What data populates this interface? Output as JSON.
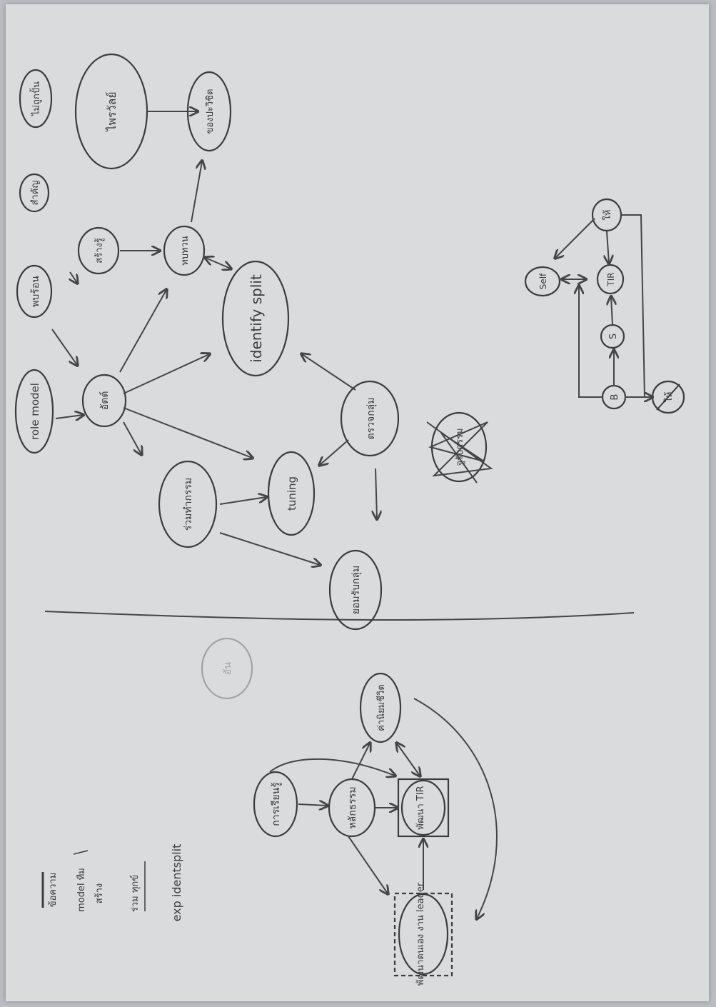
{
  "diagram": {
    "top_graph": {
      "nodes": {
        "role_model": "role model",
        "pb_on": "พบร้อน",
        "sam_kit": "สำคัญ",
        "nakplaen": "ไม่ถูกปั้น",
        "aphan": "อัตต์",
        "sang_ru": "สร้างรู้",
        "khru_wat": "ทบทวน",
        "phrasak": "ไพรวัลย์",
        "khong_prasam": "ของปะวิชิต",
        "identify_split": "identify split",
        "ruam_tham": "ร่วมทำกรรม",
        "tuning": "tuning",
        "truad_klum": "ตรวจกลุ่ม",
        "scribble_note": "จูรับกรรม",
        "yomrap_klum": "ยอมรับกลุ่ม"
      }
    },
    "cycle_graph": {
      "nodes": {
        "self": "Self",
        "b": "B",
        "s": "S",
        "tir": "TIR",
        "hai": "ให้",
        "hai_crossed": "ให้"
      }
    },
    "faded_node": "อัน",
    "bottom_graph": {
      "nodes": {
        "kan_rian_ru": "การเรียนรู้",
        "lak_tham": "หลักธรรม",
        "phatthana_tir": "พัฒนา TIR",
        "khan_chivit": "ค่านิยมชีวิต",
        "leader_box": "พัฒนาตนเอง งาน leader"
      }
    },
    "legend": {
      "line1": "ข้อความ",
      "line2": "model ทีม",
      "line3": "สร้าง",
      "line4": "ร่วม ทุกข์",
      "line5": "exp identsplit"
    }
  }
}
